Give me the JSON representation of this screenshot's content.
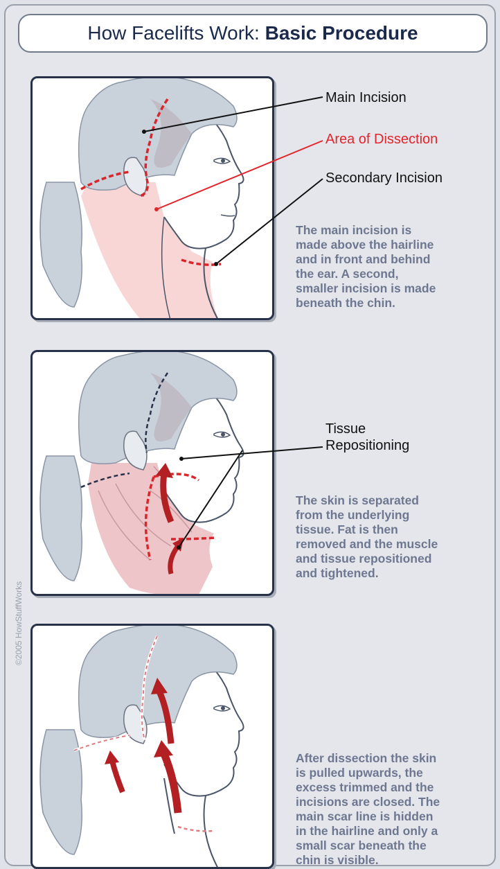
{
  "title": {
    "light": "How Facelifts Work: ",
    "bold": "Basic Procedure"
  },
  "labels": {
    "main_incision": "Main Incision",
    "area_of_dissection": "Area of Dissection",
    "secondary_incision": "Secondary Incision",
    "tissue_repositioning": "Tissue\nRepositioning"
  },
  "descriptions": {
    "step1": "The main incision is\nmade above the hairline\nand in front and behind\nthe ear. A second,\nsmaller incision is made\nbeneath the chin.",
    "step2": "The skin is separated\nfrom the underlying\ntissue. Fat is then\nremoved and the muscle\nand tissue repositioned\nand tightened.",
    "step3": "After dissection the skin\nis pulled upwards, the\nexcess trimmed and the\nincisions are closed. The\nmain scar line is hidden\nin the hairline and only a\nsmall scar beneath the\nchin is visible."
  },
  "copyright": "©2005 HowStuffWorks",
  "colors": {
    "incision": "#d9262c",
    "dissection_area": "#f8d6d6",
    "hair": "#c9d1db",
    "outline": "#4a5568",
    "arrow": "#b22024"
  }
}
